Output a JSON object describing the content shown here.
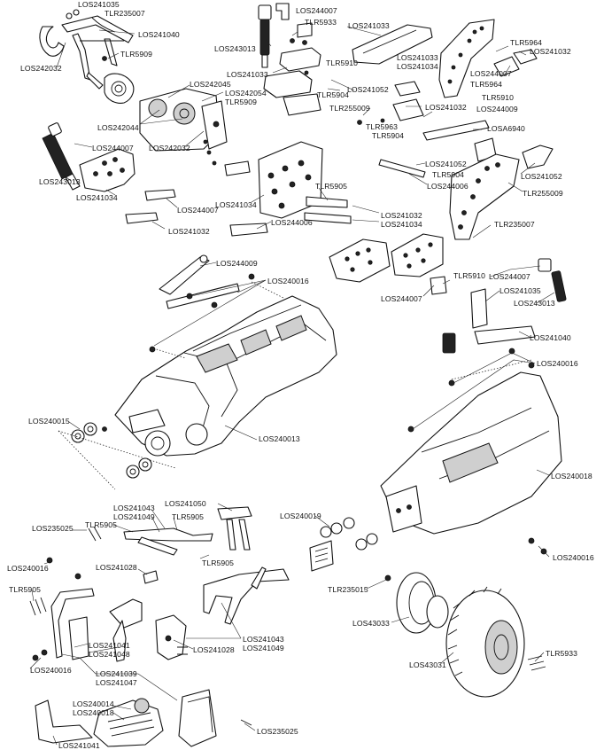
{
  "labels": {
    "l01": "LOS241035",
    "l02": "TLR235007",
    "l03": "LOS241040",
    "l04": "LOS242032",
    "l05": "TLR5909",
    "l06": "LOS244007",
    "l07": "TLR5933",
    "l08": "LOS243013",
    "l09": "LOS241033",
    "l10": "LOS241033",
    "l11": "LOS241034",
    "l12": "TLR5964",
    "l13": "LOS241032",
    "l14": "LOS244007",
    "l15": "TLR5964",
    "l16": "TLR5910",
    "l17": "LOS241033",
    "l18": "TLR5910",
    "l19": "TLR5904",
    "l20": "LOS241052",
    "l21": "TLR255009",
    "l22": "LOS241032",
    "l23": "LOS244009",
    "l24": "TLR5963",
    "l25": "TLR5904",
    "l26": "LOSA6940",
    "l27": "LOS242045",
    "l28": "LOS242054",
    "l29": "TLR5909",
    "l30": "LOS242044",
    "l31": "LOS242032",
    "l32": "LOS244007",
    "l33": "LOS243013",
    "l34": "LOS241034",
    "l35": "LOS244007",
    "l36": "LOS241032",
    "l37": "LOS241034",
    "l38": "TLR5905",
    "l39": "LOS244006",
    "l40": "LOS241052",
    "l41": "TLR5904",
    "l42": "LOS244006",
    "l43": "LOS241052",
    "l44": "TLR255009",
    "l45": "LOS241032",
    "l46": "LOS241034",
    "l47": "TLR235007",
    "l48": "LOS244009",
    "l49": "LOS240016",
    "l50": "LOS244007",
    "l51": "TLR5910",
    "l52": "LOS241035",
    "l53": "LOS244007",
    "l54": "LOS243013",
    "l55": "LOS241040",
    "l56": "LOS240016",
    "l57": "LOS240015",
    "l58": "LOS240013",
    "l59": "LOS240018",
    "l60": "LOS241043",
    "l61": "LOS241049",
    "l62": "LOS241050",
    "l63": "TLR5905",
    "l64": "LOS235025",
    "l65": "TLR5905",
    "l66": "LOS240019",
    "l67": "LOS240016",
    "l68": "LOS241028",
    "l69": "TLR5905",
    "l70": "LOS240016",
    "l71": "TLR5905",
    "l72": "TLR235015",
    "l73": "LOS43033",
    "l74": "LOS241043",
    "l75": "LOS241049",
    "l76": "LOS241041",
    "l77": "LOS241048",
    "l78": "LOS241028",
    "l79": "TLR5933",
    "l80": "LOS43031",
    "l81": "LOS240016",
    "l82": "LOS241039",
    "l83": "LOS241047",
    "l84": "LOS240014",
    "l85": "LOS240018",
    "l86": "LOS235025",
    "l87": "LOS241041"
  }
}
